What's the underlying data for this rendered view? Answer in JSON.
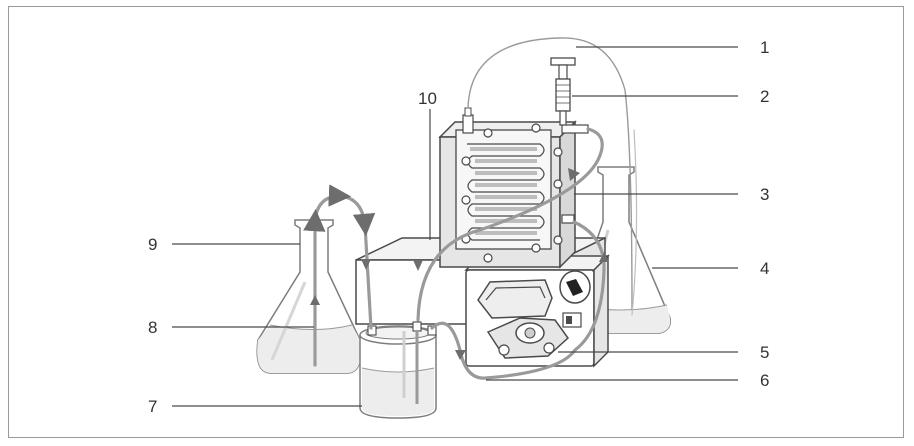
{
  "colors": {
    "line": "#4a4a4a",
    "tube": "#9a9a9a",
    "glass": "#7d7d7d",
    "liquid": "#ededed",
    "panel": "#e6e6e6",
    "frame_border": "#9a9a9a"
  },
  "callouts": [
    {
      "id": "1",
      "label": "1"
    },
    {
      "id": "2",
      "label": "2"
    },
    {
      "id": "3",
      "label": "3"
    },
    {
      "id": "4",
      "label": "4"
    },
    {
      "id": "5",
      "label": "5"
    },
    {
      "id": "6",
      "label": "6"
    },
    {
      "id": "7",
      "label": "7"
    },
    {
      "id": "8",
      "label": "8"
    },
    {
      "id": "9",
      "label": "9"
    },
    {
      "id": "10",
      "label": "10"
    }
  ]
}
